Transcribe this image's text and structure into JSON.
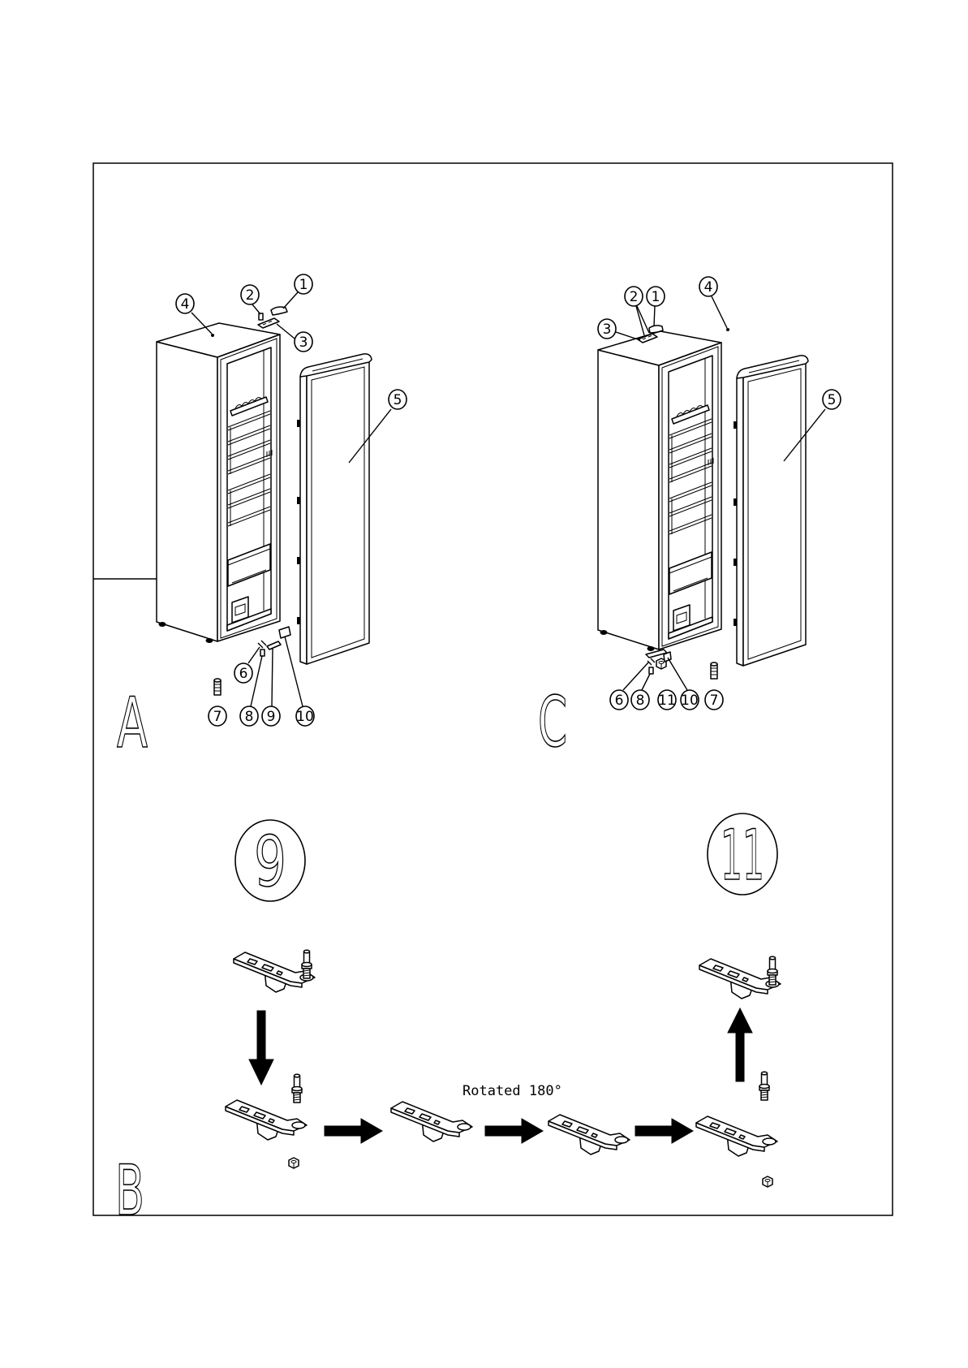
{
  "panel_a": {
    "letter": "A",
    "callouts": [
      "1",
      "2",
      "3",
      "4",
      "5",
      "6",
      "7",
      "8",
      "9",
      "10"
    ]
  },
  "panel_c": {
    "letter": "C",
    "callouts": [
      "2",
      "1",
      "4",
      "3",
      "5",
      "6",
      "8",
      "11",
      "10",
      "7"
    ]
  },
  "panel_b": {
    "letter": "B",
    "detail_labels": [
      "9",
      "11"
    ],
    "caption": "Rotated 180°"
  }
}
